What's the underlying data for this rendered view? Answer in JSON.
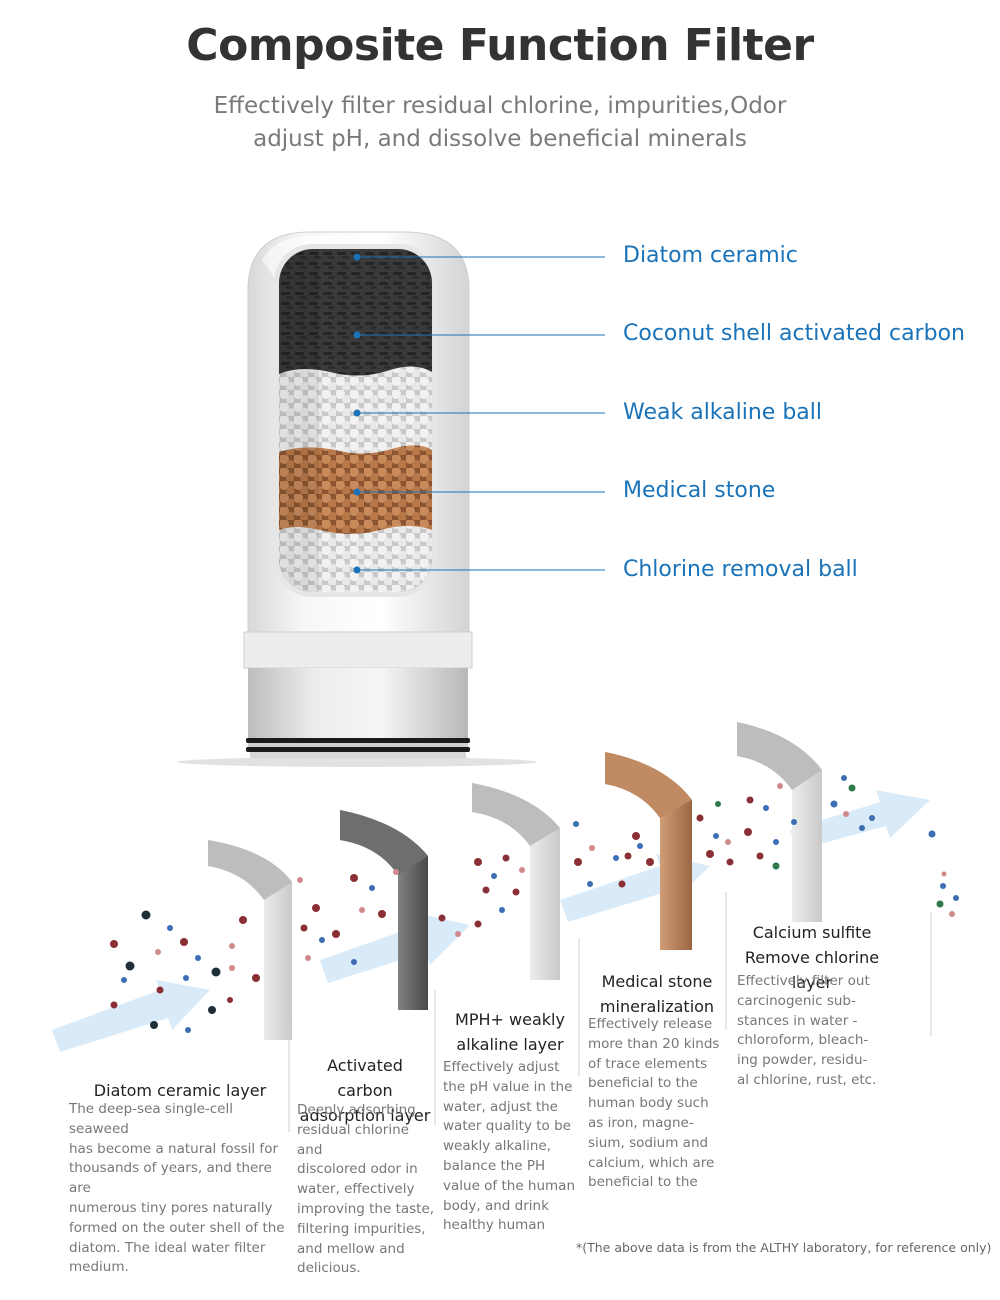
{
  "header": {
    "title": "Composite Function Filter",
    "subtitle_line1": "Effectively filter residual chlorine, impurities,Odor",
    "subtitle_line2": "adjust pH, and dissolve beneficial minerals"
  },
  "callouts": [
    "Diatom ceramic",
    "Coconut shell activated carbon",
    "Weak alkaline ball",
    "Medical stone",
    "Chlorine removal ball"
  ],
  "layers": [
    {
      "title_lines": [
        "Diatom ceramic layer"
      ],
      "desc_lines": [
        "The deep-sea single-cell seaweed",
        "has become a natural fossil for",
        "thousands of years, and there are",
        "numerous tiny pores naturally",
        "formed on the outer shell of the",
        "diatom. The ideal water filter",
        "medium."
      ]
    },
    {
      "title_lines": [
        "Activated carbon",
        "adsorption layer"
      ],
      "desc_lines": [
        "Deeply adsorbing",
        "residual chlorine and",
        "discolored odor in",
        "water, effectively",
        "improving the taste,",
        "filtering impurities,",
        "and mellow and",
        "delicious."
      ]
    },
    {
      "title_lines": [
        "MPH+ weakly",
        "alkaline layer"
      ],
      "desc_lines": [
        "Effectively adjust",
        "the pH value in the",
        "water, adjust the",
        "water quality to be",
        "weakly alkaline,",
        "balance the PH",
        "value of the human",
        "body, and drink",
        "healthy human"
      ]
    },
    {
      "title_lines": [
        "Medical stone",
        "mineralization"
      ],
      "desc_lines": [
        "Effectively release",
        "more than 20 kinds",
        "of trace elements",
        "beneficial to the",
        "human body such",
        "as iron, magne-",
        "sium, sodium and",
        "calcium, which are",
        "beneficial to the"
      ]
    },
    {
      "title_lines": [
        "Calcium sulfite",
        "Remove chlorine layer"
      ],
      "desc_lines": [
        "Effectively filter out",
        "carcinogenic sub-",
        "stances in water -",
        "chloroform, bleach-",
        "ing powder, residu-",
        "al chlorine, rust, etc."
      ]
    }
  ],
  "footnote": "*(The above data is from the ALTHY laboratory, for reference only)",
  "colors": {
    "label_blue": "#1a73b8",
    "title_gray": "#333333",
    "subtitle_gray": "#7a7a7a",
    "arrow_blue": "#d6eaf8",
    "medical_stone": "#b5835a"
  }
}
